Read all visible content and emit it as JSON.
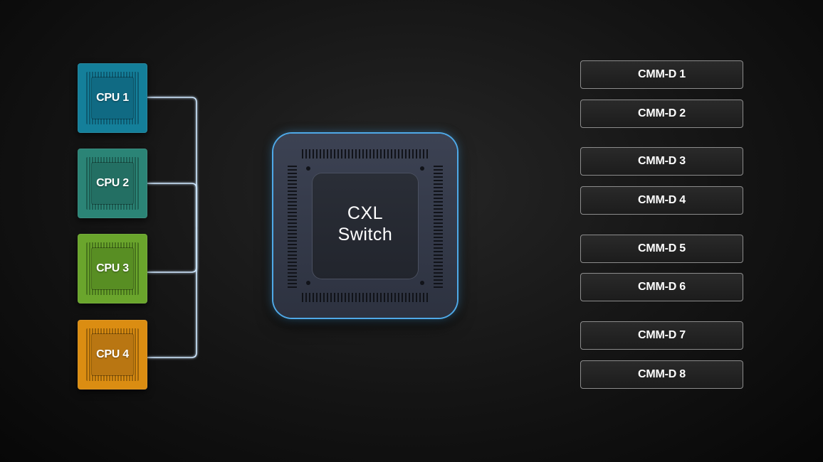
{
  "cpus": [
    {
      "label": "CPU 1"
    },
    {
      "label": "CPU 2"
    },
    {
      "label": "CPU 3"
    },
    {
      "label": "CPU 4"
    }
  ],
  "switch": {
    "line1": "CXL",
    "line2": "Switch"
  },
  "memory_devices": [
    {
      "label": "CMM-D 1"
    },
    {
      "label": "CMM-D 2"
    },
    {
      "label": "CMM-D 3"
    },
    {
      "label": "CMM-D 4"
    },
    {
      "label": "CMM-D 5"
    },
    {
      "label": "CMM-D 6"
    },
    {
      "label": "CMM-D 7"
    },
    {
      "label": "CMM-D 8"
    }
  ],
  "colors": {
    "cpu_1": "#147f9a",
    "cpu_2": "#2b8476",
    "cpu_3": "#6aa52c",
    "cpu_4": "#db8d12",
    "switch_border": "#4fa9e8",
    "wire": "#cfe8ff",
    "background": "#141414"
  }
}
